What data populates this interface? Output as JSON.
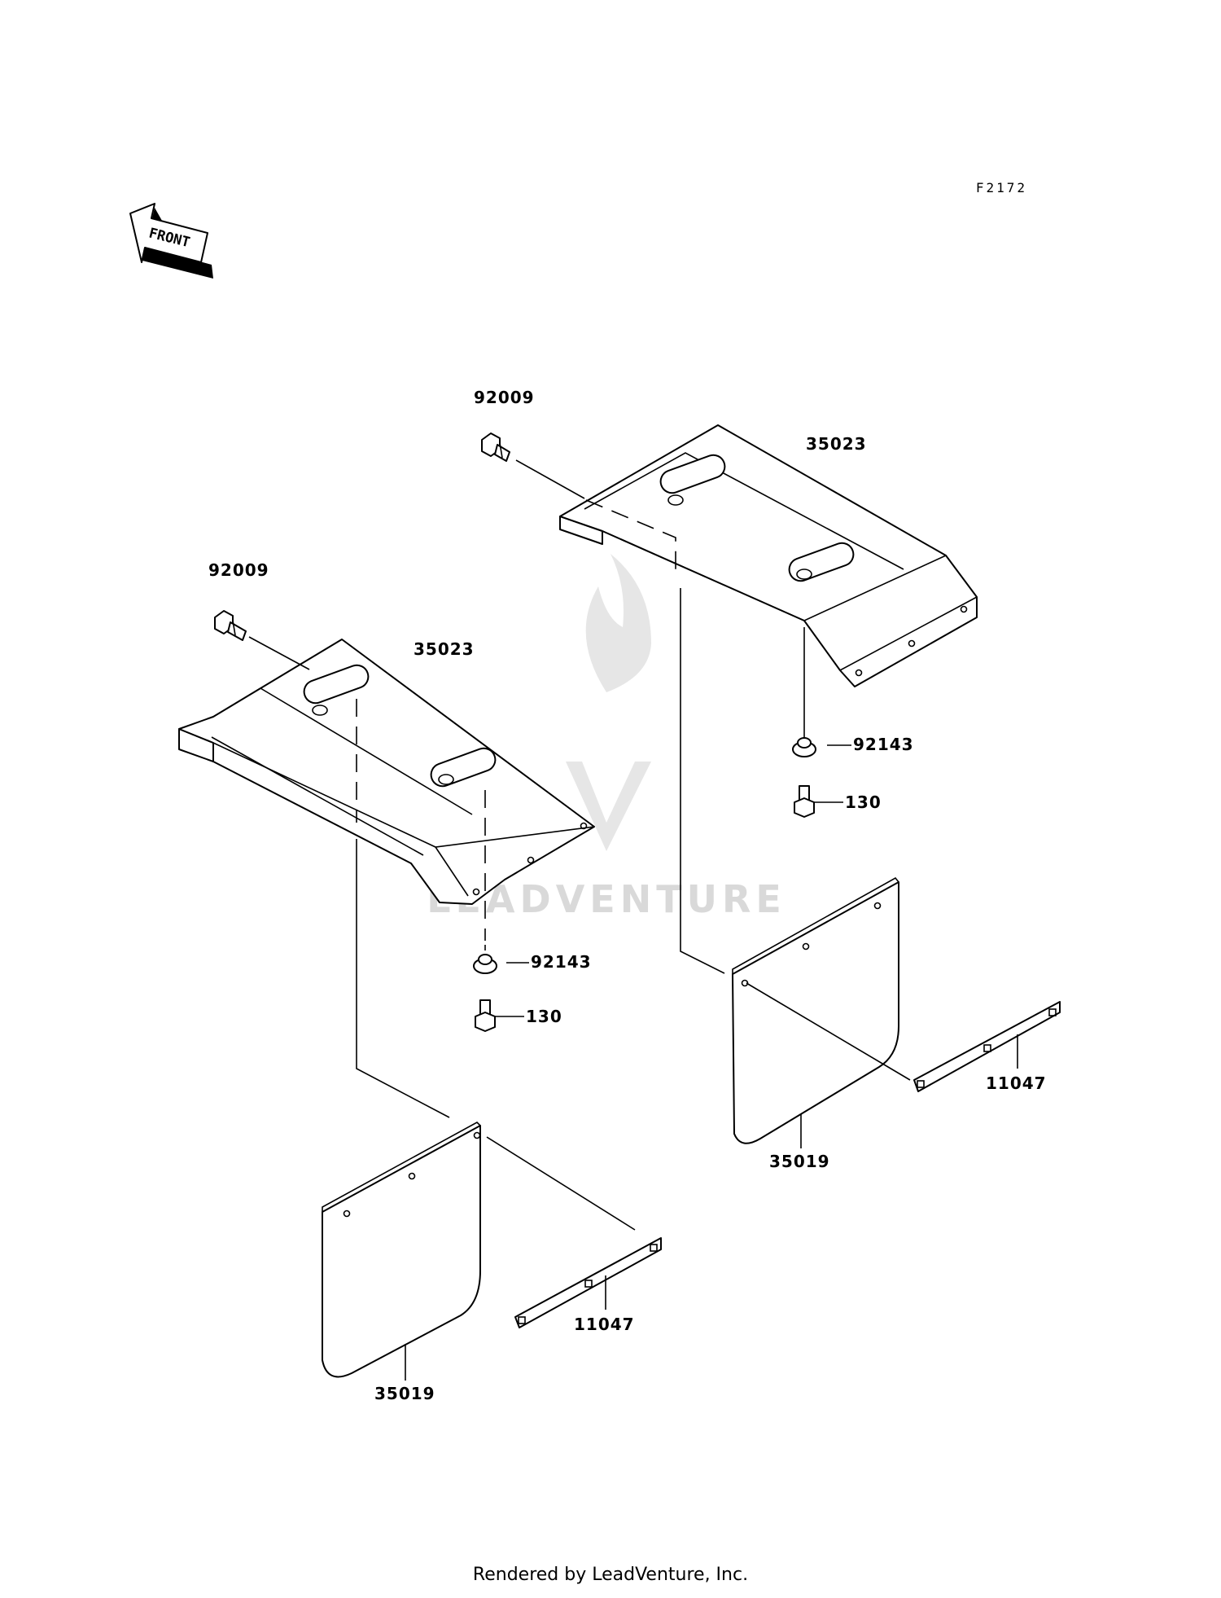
{
  "figure_code": "F2172",
  "front_label": "FRONT",
  "watermark": "LEADVENTURE",
  "footer": "Rendered by LeadVenture, Inc.",
  "callouts": {
    "bolt_92009_upper": "92009",
    "fender_35023_upper": "35023",
    "washer_92143_right": "92143",
    "bolt_130_right": "130",
    "bolt_92009_left": "92009",
    "fender_35023_left": "35023",
    "washer_92143_left": "92143",
    "bolt_130_left": "130",
    "flap_35019_right": "35019",
    "strip_11047_right": "11047",
    "strip_11047_left": "11047",
    "flap_35019_left": "35019"
  }
}
